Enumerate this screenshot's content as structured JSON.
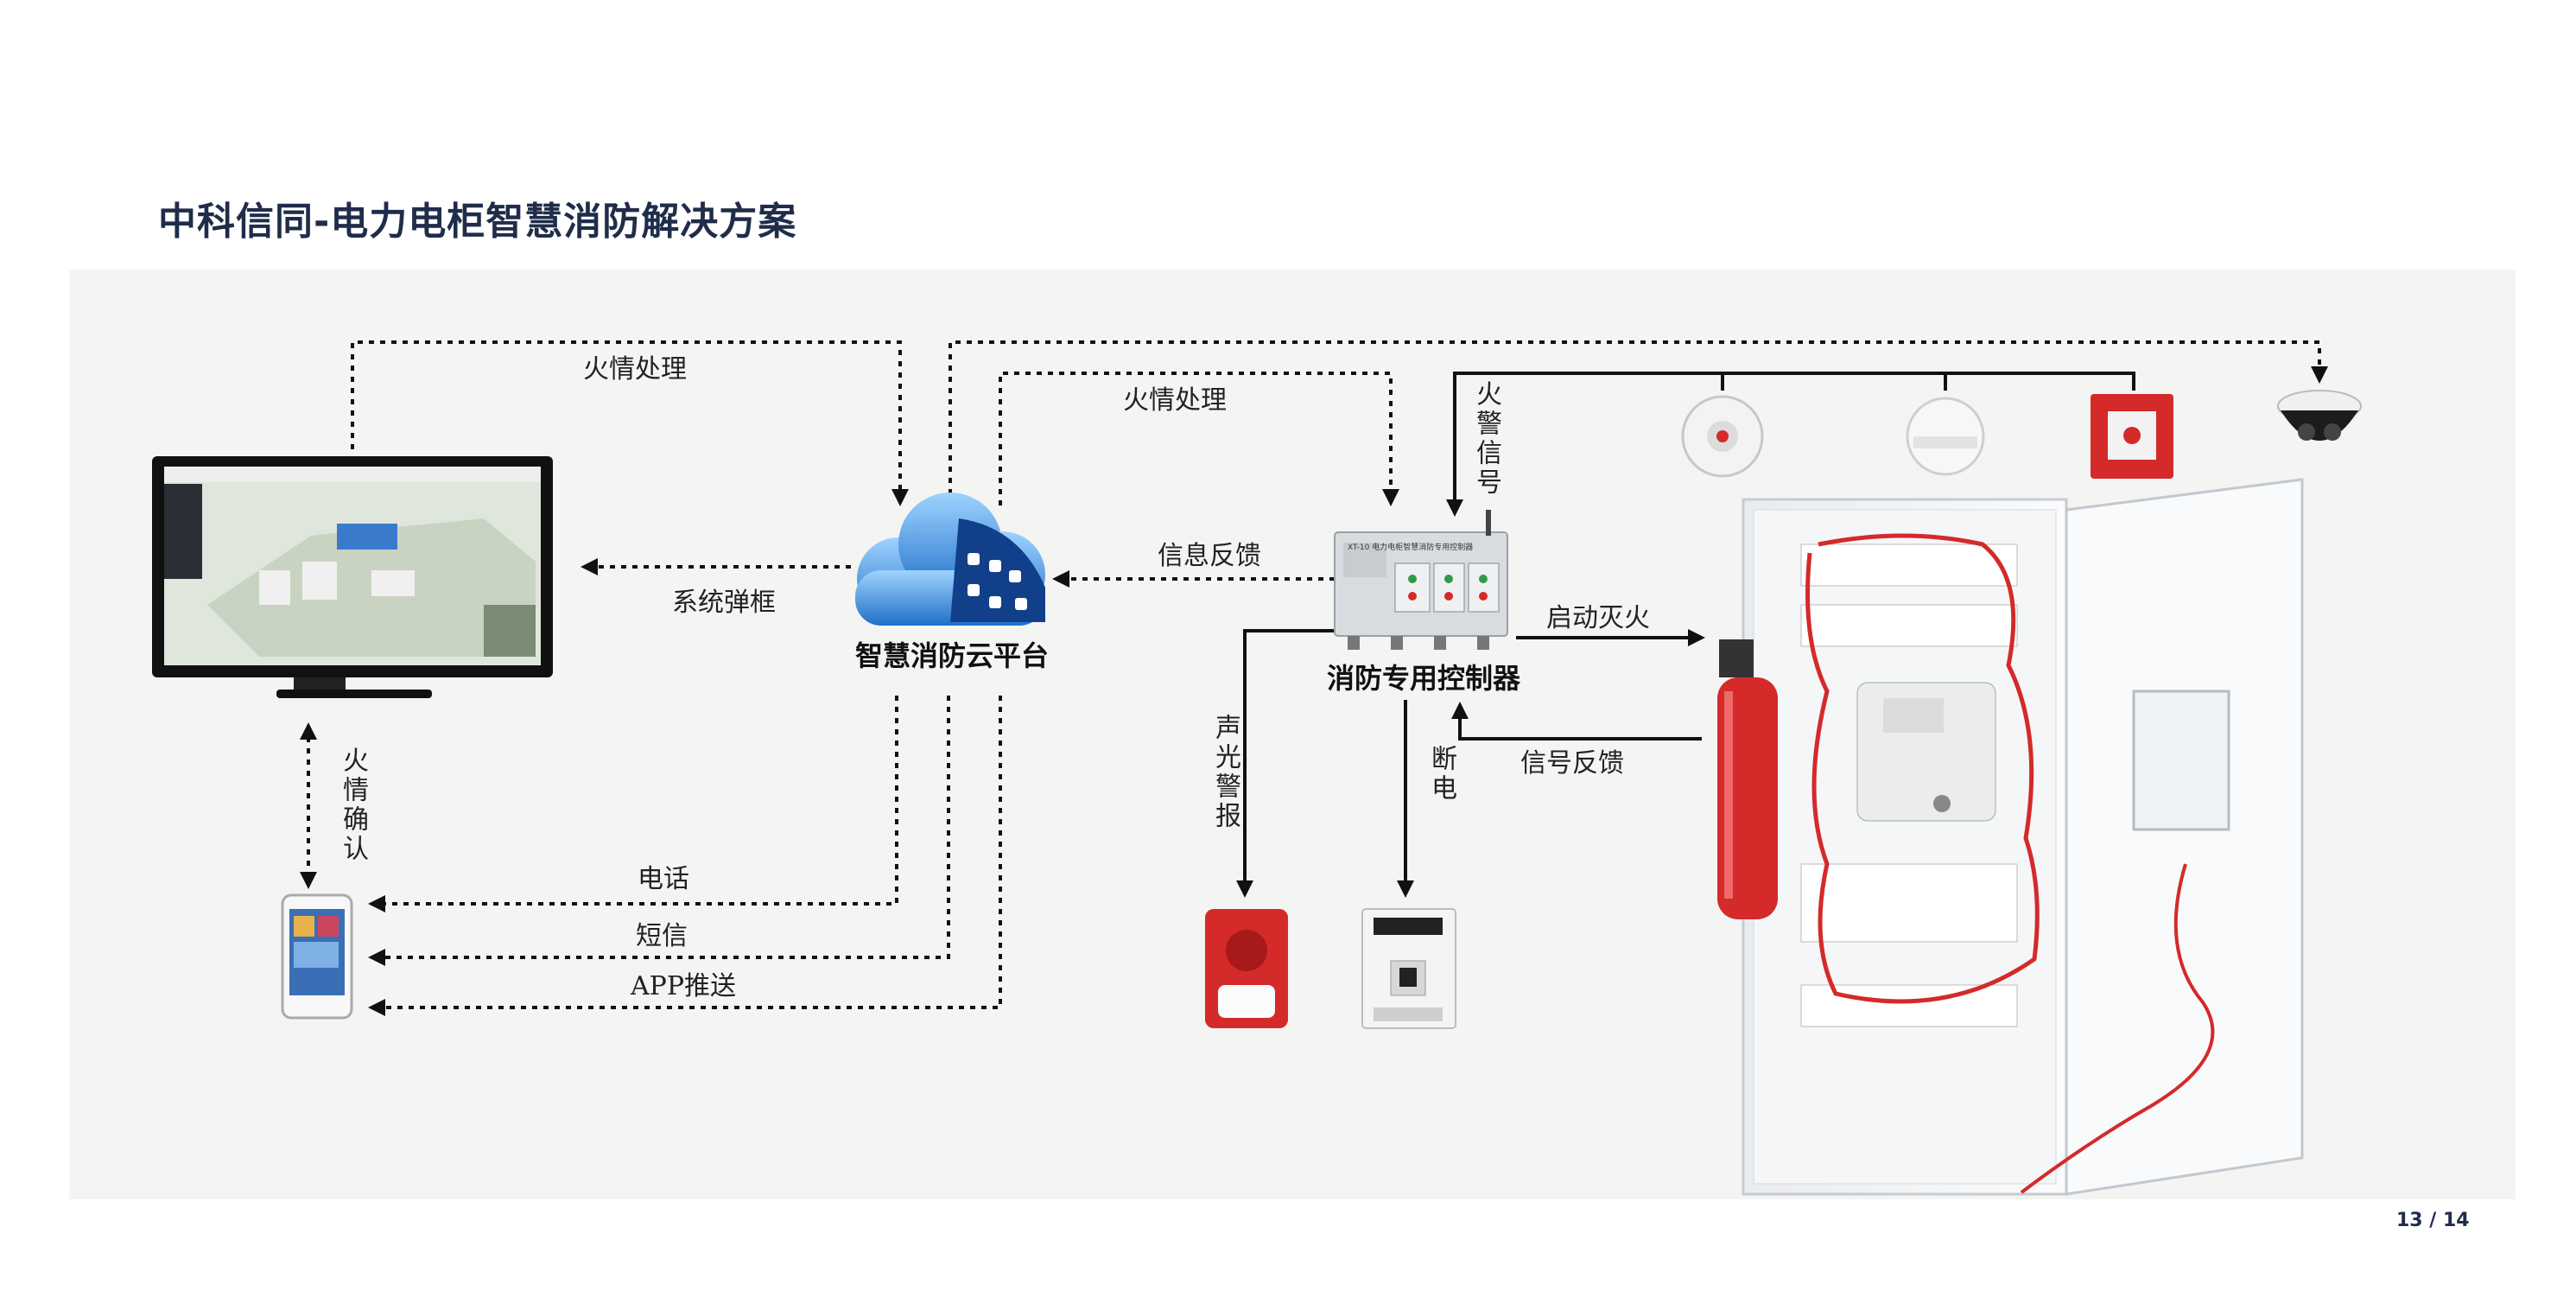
{
  "title": "中科信同-电力电柜智慧消防解决方案",
  "page_indicator": "13 / 14",
  "nodes": {
    "cloud": "智慧消防云平台",
    "controller": "消防专用控制器",
    "controller_panel_text": "XT-10 电力电柜智慧消防专用控制器"
  },
  "edges": {
    "fire_handling_top_left": "火情处理",
    "fire_handling_top_right": "火情处理",
    "system_popup": "系统弹框",
    "info_feedback": "信息反馈",
    "fire_alarm_signal": "火警信号",
    "start_extinguish": "启动灭火",
    "signal_feedback": "信号反馈",
    "sound_light_alarm": "声光警报",
    "power_off": "断电",
    "fire_confirm": "火情确认",
    "phone": "电话",
    "sms": "短信",
    "app_push": "APP推送"
  },
  "colors": {
    "title": "#1f2d4a",
    "panel_bg": "#f4f4f3",
    "alarm_red": "#d42a2a",
    "cloud_blue": "#2a7fd4"
  }
}
